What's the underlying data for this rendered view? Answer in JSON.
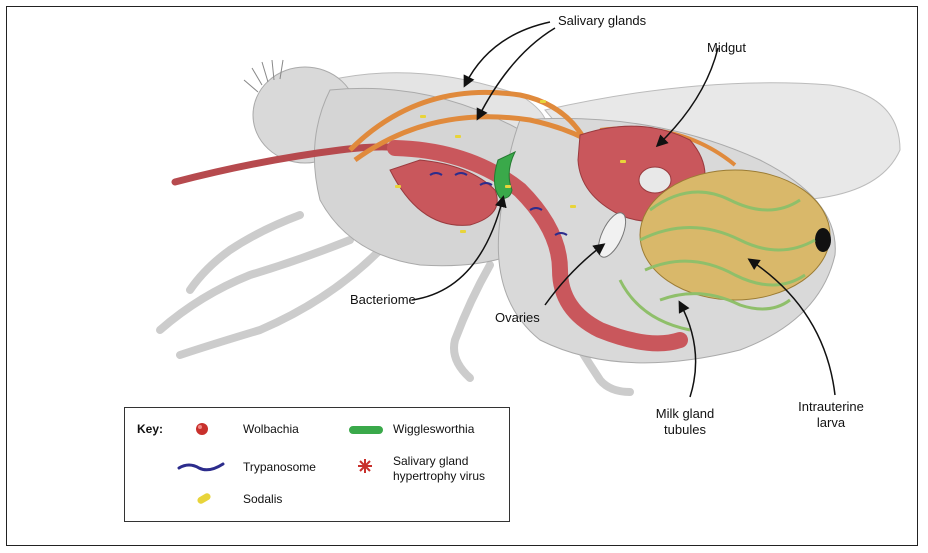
{
  "labels": {
    "salivary_glands": "Salivary glands",
    "midgut": "Midgut",
    "bacteriome": "Bacteriome",
    "ovaries": "Ovaries",
    "milk_gland_line1": "Milk gland",
    "milk_gland_line2": "tubules",
    "larva_line1": "Intrauterine",
    "larva_line2": "larva"
  },
  "key": {
    "title": "Key:",
    "wolbachia": "Wolbachia",
    "wigglesworthia": "Wigglesworthia",
    "trypanosome": "Trypanosome",
    "sgh_virus_line1": "Salivary gland",
    "sgh_virus_line2": "hypertrophy virus",
    "sodalis": "Sodalis"
  },
  "colors": {
    "body": "#d9d9d9",
    "gut": "#c9575c",
    "salivary": "#e08a3c",
    "bacteriome": "#3aa94a",
    "larva": "#d9b86a",
    "wolbachia": "#c8302c",
    "trypanosome": "#2c2c8c",
    "sodalis": "#e8d43a"
  }
}
